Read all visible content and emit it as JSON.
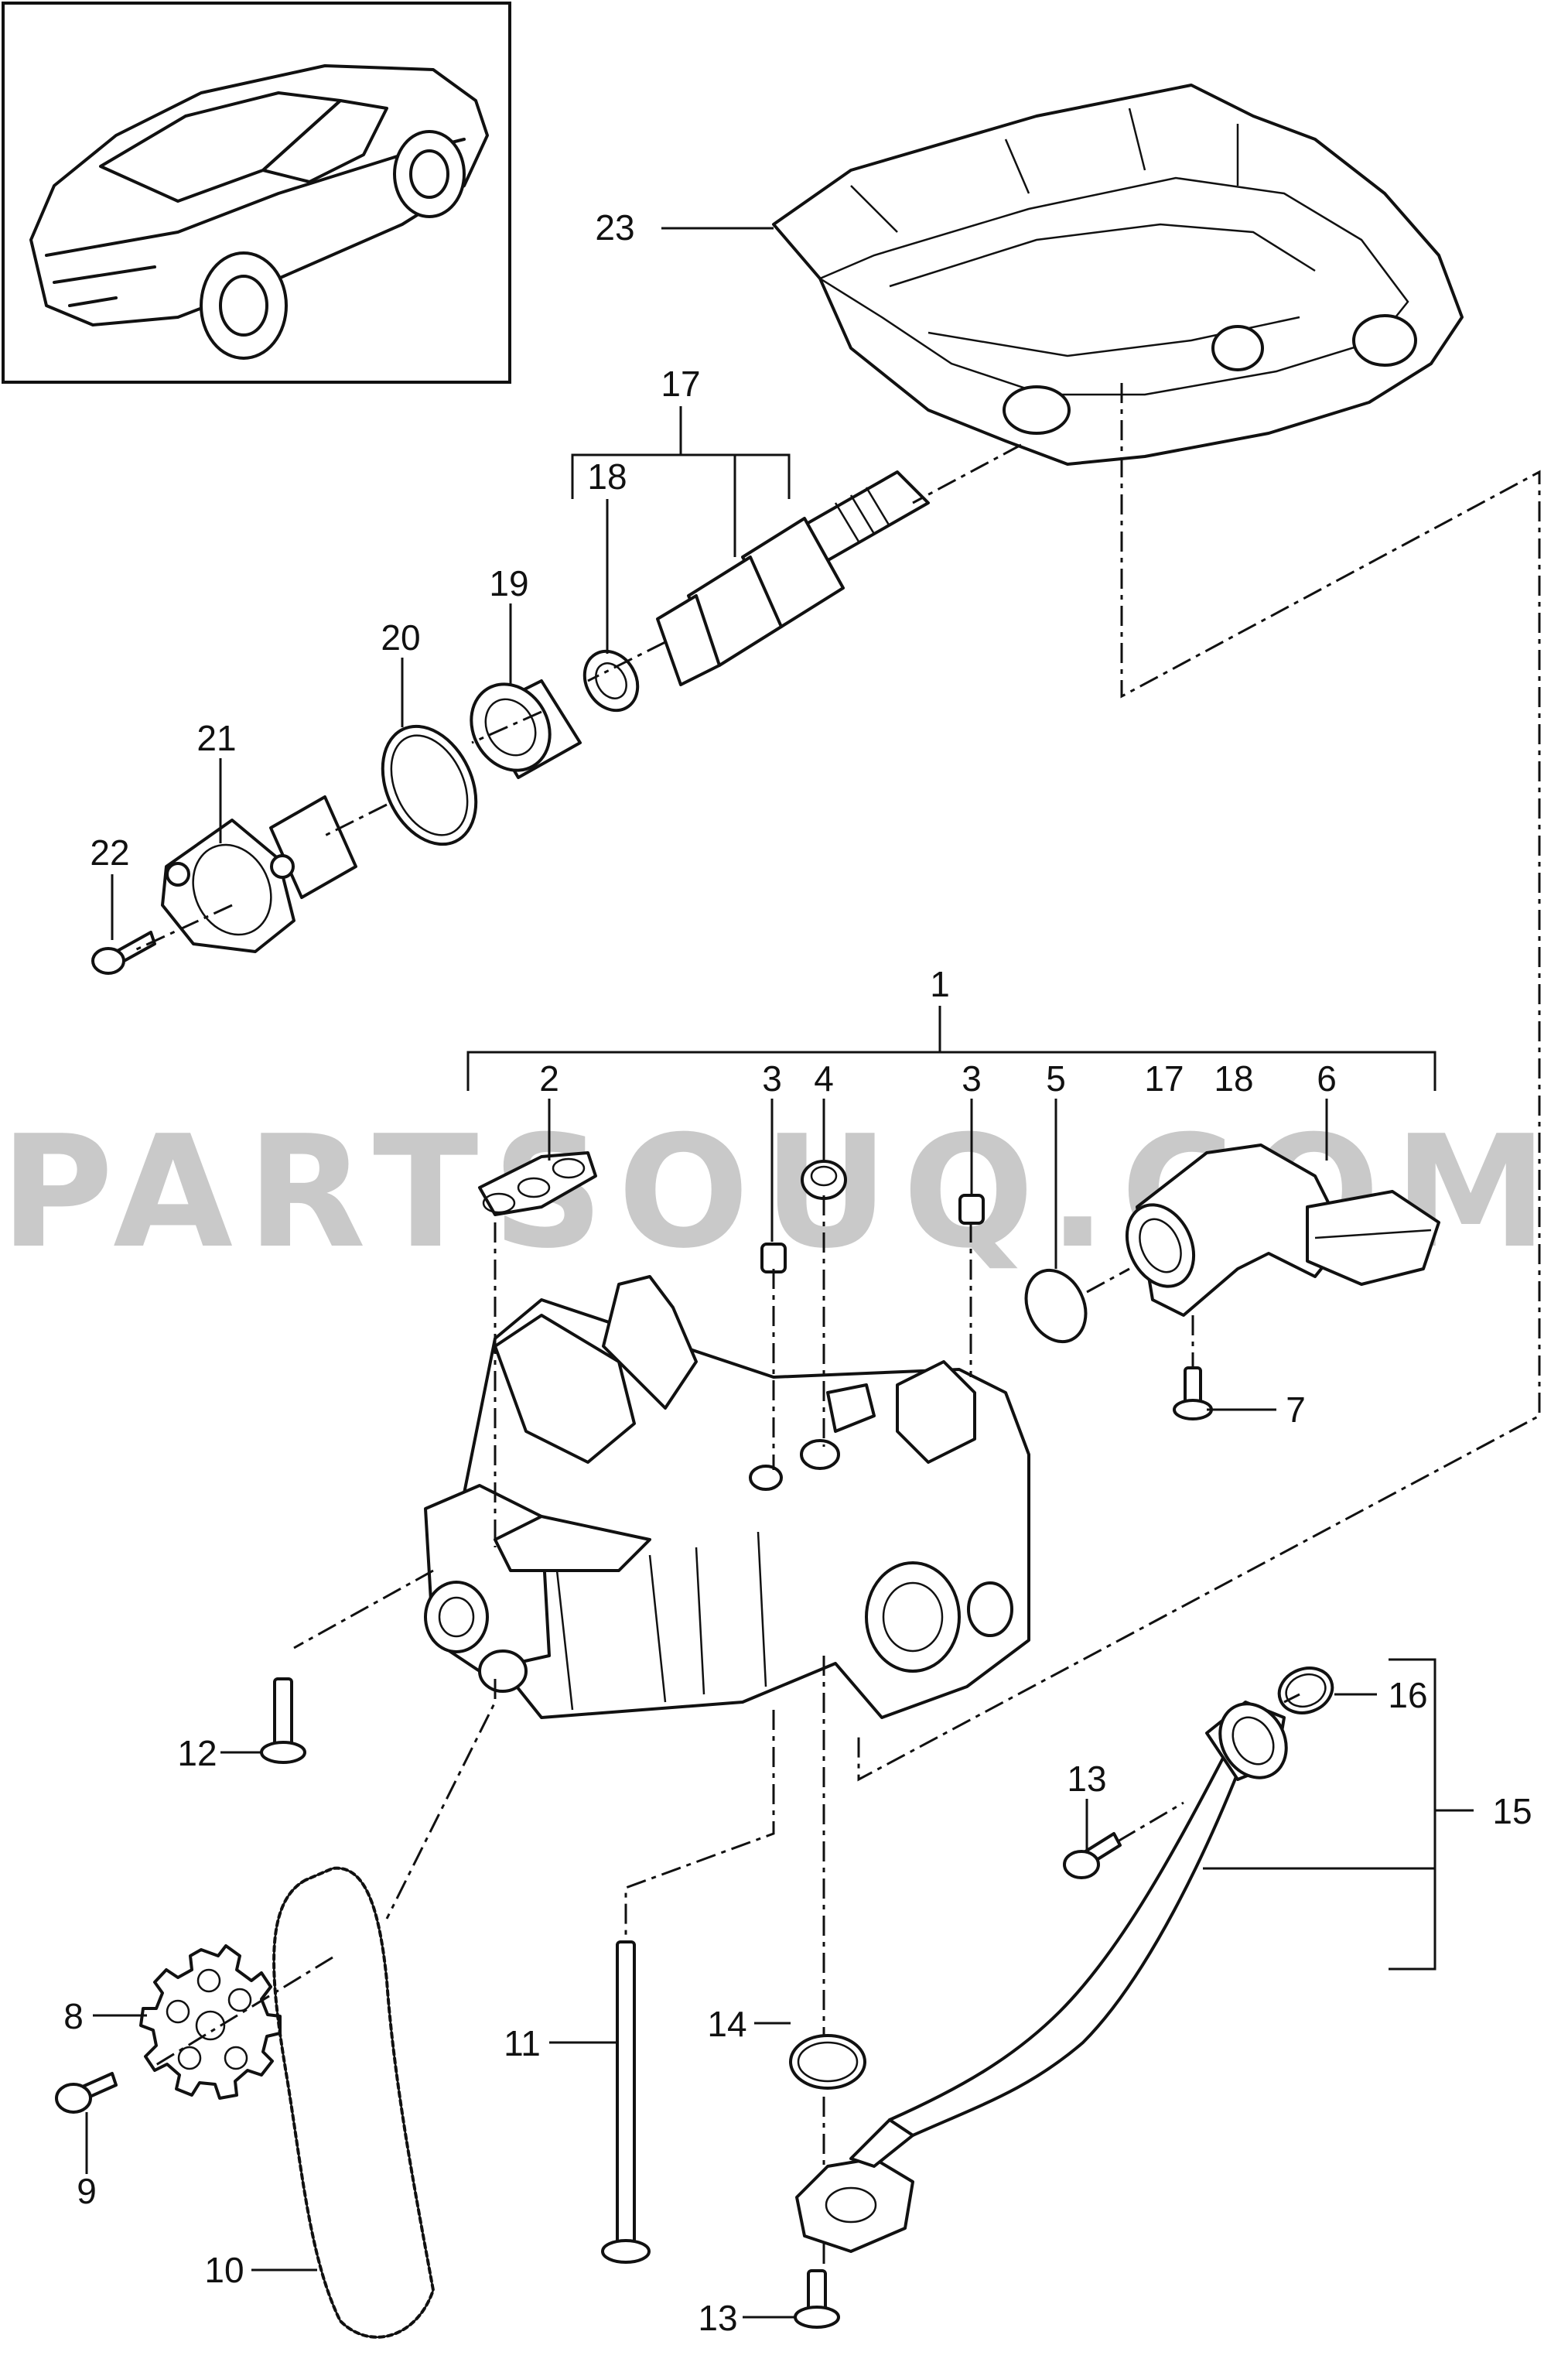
{
  "watermark": "PARTSOUQ.COM",
  "callouts": {
    "c1": "1",
    "c2": "2",
    "c3a": "3",
    "c3b": "3",
    "c4": "4",
    "c5": "5",
    "c6": "6",
    "c7": "7",
    "c8": "8",
    "c9": "9",
    "c10": "10",
    "c11": "11",
    "c12": "12",
    "c13a": "13",
    "c13b": "13",
    "c14": "14",
    "c15": "15",
    "c16": "16",
    "c17a": "17",
    "c17b": "17",
    "c18a": "18",
    "c18b": "18",
    "c19": "19",
    "c20": "20",
    "c21": "21",
    "c22": "22",
    "c23": "23"
  }
}
